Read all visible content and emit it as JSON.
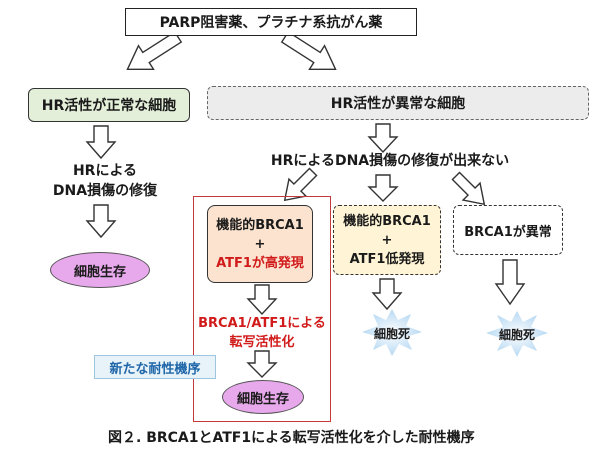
{
  "top_box": "PARP阻害薬、プラチナ系抗がん薬",
  "left_branch": {
    "header": "HR活性が正常な細胞",
    "repair_line1": "HRによる",
    "repair_line2": "DNA損傷の修復",
    "outcome": "細胞生存"
  },
  "right_branch": {
    "header": "HR活性が異常な細胞",
    "no_repair": "HRによるDNA損傷の修復が出来ない",
    "case_high": {
      "line1": "機能的BRCA1",
      "plus": "+",
      "line3": "ATF1が高発現",
      "mechanism_line1": "BRCA1/ATF1による",
      "mechanism_line2": "転写活性化",
      "outcome": "細胞生存"
    },
    "case_low": {
      "line1": "機能的BRCA1",
      "plus": "+",
      "line3": "ATF1低発現",
      "outcome": "細胞死"
    },
    "case_abnormal": {
      "label": "BRCA1が異常",
      "outcome": "細胞死"
    }
  },
  "note": "新たな耐性機序",
  "caption": "図２. BRCA1とATF1による転写活性化を介した耐性機序",
  "colors": {
    "left_header_fill": "#e4efd9",
    "right_header_fill": "#ececec",
    "ellipse_fill": "#e7a9ec",
    "high_case_fill": "#fbe3cf",
    "low_case_fill": "#fff5d6",
    "emphasis_red": "#d11a1a",
    "starburst_fill": "#d5e9f8",
    "note_text": "#1f66a8"
  }
}
